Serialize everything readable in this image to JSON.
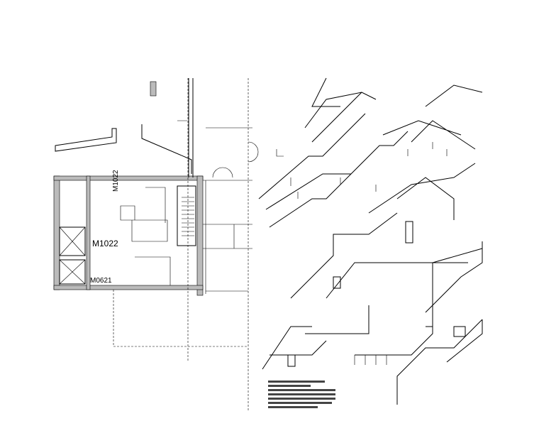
{
  "drawing": {
    "door_labels": [
      "M1022",
      "M1022",
      "M0621"
    ]
  }
}
